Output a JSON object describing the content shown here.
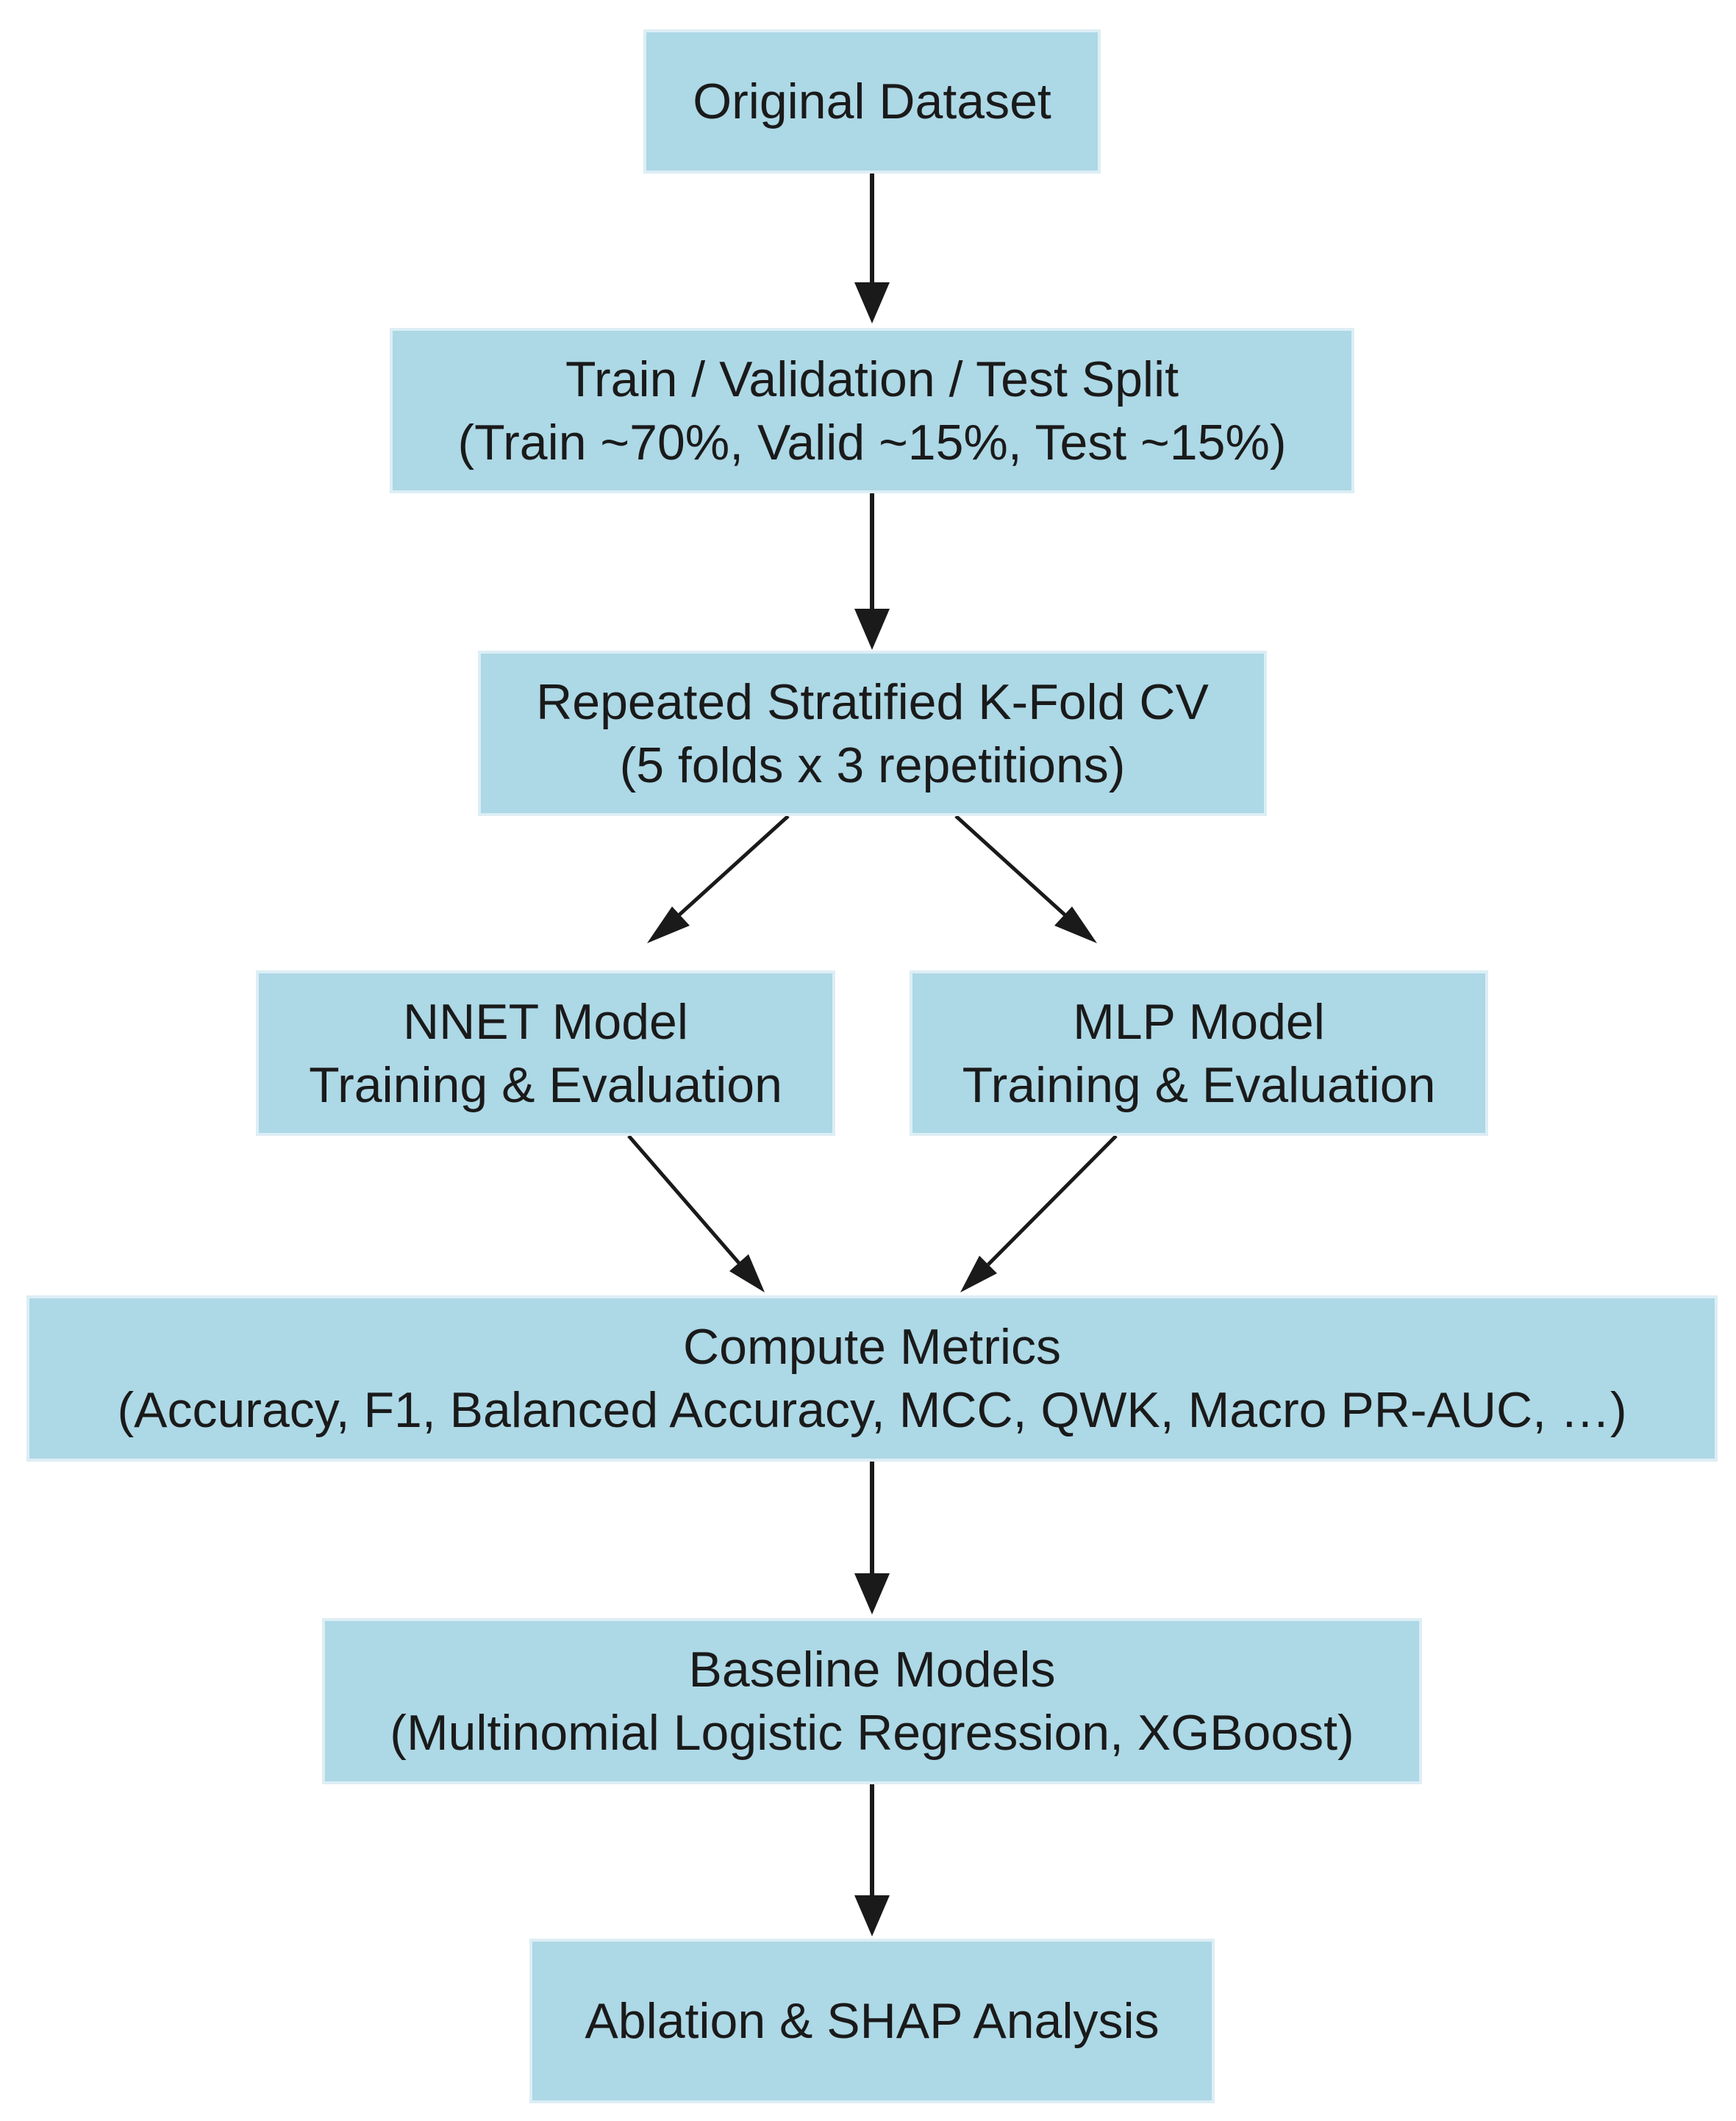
{
  "diagram": {
    "type": "flowchart",
    "node_fill": "#add8e6",
    "edge_color": "#1a1a1a",
    "nodes": {
      "original": {
        "lines": [
          "Original Dataset"
        ]
      },
      "split": {
        "lines": [
          "Train / Validation / Test Split",
          "(Train ~70%, Valid ~15%, Test ~15%)"
        ]
      },
      "cv": {
        "lines": [
          "Repeated Stratified K-Fold CV",
          "(5 folds x 3 repetitions)"
        ]
      },
      "nnet": {
        "lines": [
          "NNET Model",
          "Training & Evaluation"
        ]
      },
      "mlp": {
        "lines": [
          "MLP Model",
          "Training & Evaluation"
        ]
      },
      "metrics": {
        "lines": [
          "Compute Metrics",
          "(Accuracy, F1, Balanced Accuracy, MCC, QWK, Macro PR-AUC, …)"
        ]
      },
      "baseline": {
        "lines": [
          "Baseline Models",
          "(Multinomial Logistic Regression, XGBoost)"
        ]
      },
      "ablation": {
        "lines": [
          "Ablation & SHAP Analysis"
        ]
      }
    },
    "edges": [
      {
        "from": "original",
        "to": "split"
      },
      {
        "from": "split",
        "to": "cv"
      },
      {
        "from": "cv",
        "to": "nnet"
      },
      {
        "from": "cv",
        "to": "mlp"
      },
      {
        "from": "nnet",
        "to": "metrics"
      },
      {
        "from": "mlp",
        "to": "metrics"
      },
      {
        "from": "metrics",
        "to": "baseline"
      },
      {
        "from": "baseline",
        "to": "ablation"
      }
    ]
  }
}
